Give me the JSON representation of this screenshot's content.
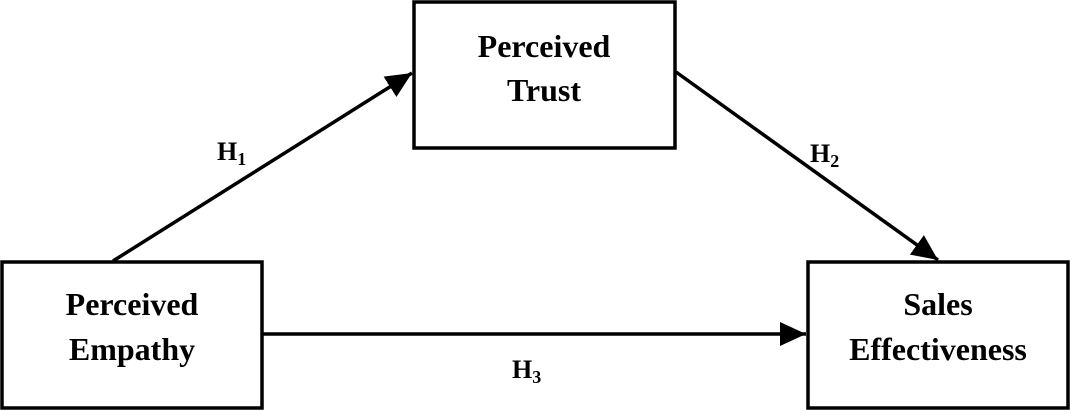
{
  "diagram": {
    "nodes": [
      {
        "id": "empathy",
        "lines": [
          "Perceived",
          "Empathy"
        ]
      },
      {
        "id": "trust",
        "lines": [
          "Perceived",
          "Trust"
        ]
      },
      {
        "id": "sales",
        "lines": [
          "Sales",
          "Effectiveness"
        ]
      }
    ],
    "edges": [
      {
        "from": "empathy",
        "to": "trust",
        "label": "H",
        "sub": "1"
      },
      {
        "from": "trust",
        "to": "sales",
        "label": "H",
        "sub": "2"
      },
      {
        "from": "empathy",
        "to": "sales",
        "label": "H",
        "sub": "3"
      }
    ],
    "colors": {
      "stroke": "#000000",
      "background": "#ffffff"
    }
  }
}
